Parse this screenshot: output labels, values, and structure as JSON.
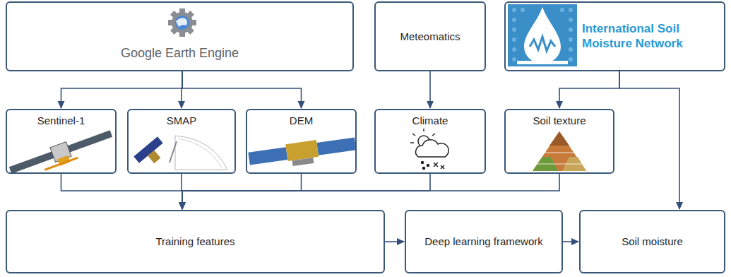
{
  "diagram": {
    "nodes": [
      {
        "text": [
          "Google Earth Engine"
        ]
      },
      {
        "text": [
          "Meteomatics"
        ]
      },
      {
        "text": [
          "International Soil Moisture Network"
        ]
      },
      {
        "text": [
          "Sentinel-1"
        ]
      },
      {
        "text": [
          "SMAP"
        ]
      },
      {
        "text": [
          "DEM"
        ]
      },
      {
        "text": [
          "Climate"
        ]
      },
      {
        "text": [
          "Soil texture"
        ]
      },
      {
        "text": [
          "Training features"
        ]
      },
      {
        "text": [
          "Deep learning framework"
        ]
      },
      {
        "text": [
          "Soil moisture"
        ]
      }
    ],
    "edges": [
      {
        "from": 0,
        "to": 3,
        "arrow": "to"
      },
      {
        "from": 0,
        "to": 4,
        "arrow": "to"
      },
      {
        "from": 0,
        "to": 5,
        "arrow": "to"
      },
      {
        "from": 1,
        "to": 6,
        "arrow": "to"
      },
      {
        "from": 2,
        "to": 7,
        "arrow": "to"
      },
      {
        "from": 2,
        "to": 10,
        "arrow": "to"
      },
      {
        "from": 3,
        "to": 8,
        "arrow": "to"
      },
      {
        "from": 4,
        "to": 8,
        "arrow": "to"
      },
      {
        "from": 5,
        "to": 8,
        "arrow": "to"
      },
      {
        "from": 6,
        "to": 8,
        "arrow": "to"
      },
      {
        "from": 7,
        "to": 8,
        "arrow": "to"
      },
      {
        "from": 8,
        "to": 9,
        "arrow": "to"
      },
      {
        "from": 9,
        "to": 10,
        "arrow": "to"
      }
    ]
  }
}
